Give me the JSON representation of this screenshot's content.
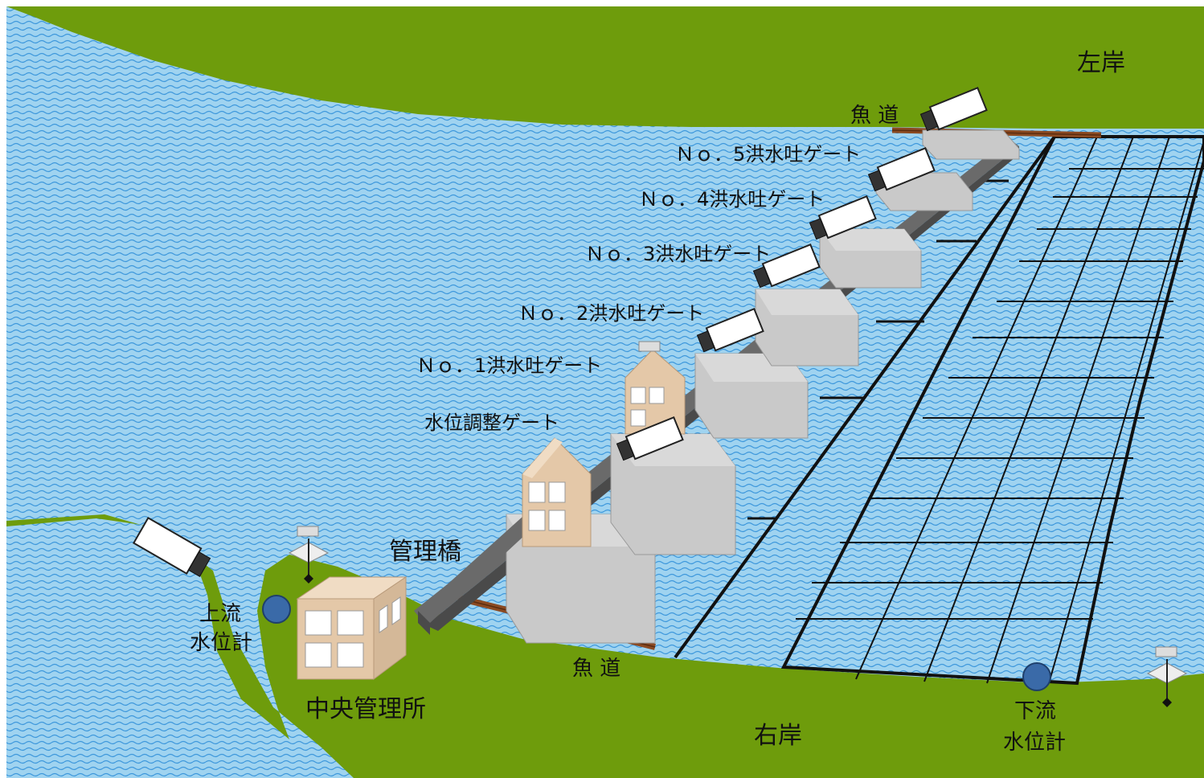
{
  "labels": {
    "left_bank": "左岸",
    "right_bank": "右岸",
    "fishway_top": "魚 道",
    "fishway_bottom": "魚 道",
    "gate5": "Ｎｏ．5洪水吐ゲート",
    "gate4": "Ｎｏ．4洪水吐ゲート",
    "gate3": "Ｎｏ．3洪水吐ゲート",
    "gate2": "Ｎｏ．2洪水吐ゲート",
    "gate1": "Ｎｏ．1洪水吐ゲート",
    "level_gate": "水位調整ゲート",
    "bridge": "管理橋",
    "central_office": "中央管理所",
    "upstream_gauge_1": "上流",
    "upstream_gauge_2": "水位計",
    "downstream_gauge_1": "下流",
    "downstream_gauge_2": "水位計"
  },
  "colors": {
    "bank": "#6e9c0c",
    "water": "#9fd3f0",
    "wave": "#3e98dc",
    "pier": "#c9c9c9",
    "pier_dark": "#a8a8a8",
    "gate_beam": "#6a6a6a",
    "fishway": "#8b4a22",
    "building": "#e4c8a8",
    "gauge": "#3a6aa8",
    "camera_lens": "#333333"
  },
  "icons": [
    "camera-icon",
    "antenna-icon",
    "water-level-gauge-icon",
    "building-icon"
  ]
}
